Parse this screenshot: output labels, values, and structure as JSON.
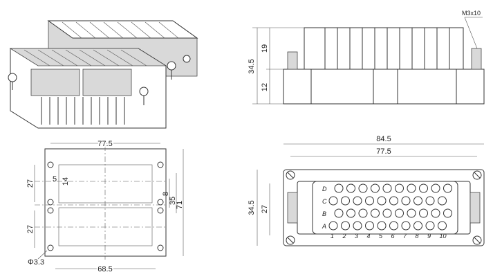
{
  "front_view": {
    "dim_overall_width": "84.5",
    "dim_inner_width": "77.5",
    "dim_height": "34.5",
    "dim_inner_height": "27",
    "row_letters": [
      "D",
      "C",
      "B",
      "A"
    ],
    "col_numbers": [
      "1",
      "2",
      "3",
      "4",
      "5",
      "6",
      "7",
      "8",
      "9",
      "10"
    ]
  },
  "side_view": {
    "screw_label": "M3x10",
    "dim_height": "34.5",
    "dim_upper": "19",
    "dim_lower": "12"
  },
  "cutout_view": {
    "dim_top": "77.5",
    "dim_bottom": "68.5",
    "dim_left_upper": "27",
    "dim_left_lower": "27",
    "dim_small_h": "5",
    "dim_small_v": "14",
    "dim_right_a": "8",
    "dim_right_b": "35",
    "dim_right_c": "71",
    "hole_label": "Φ3.3"
  }
}
